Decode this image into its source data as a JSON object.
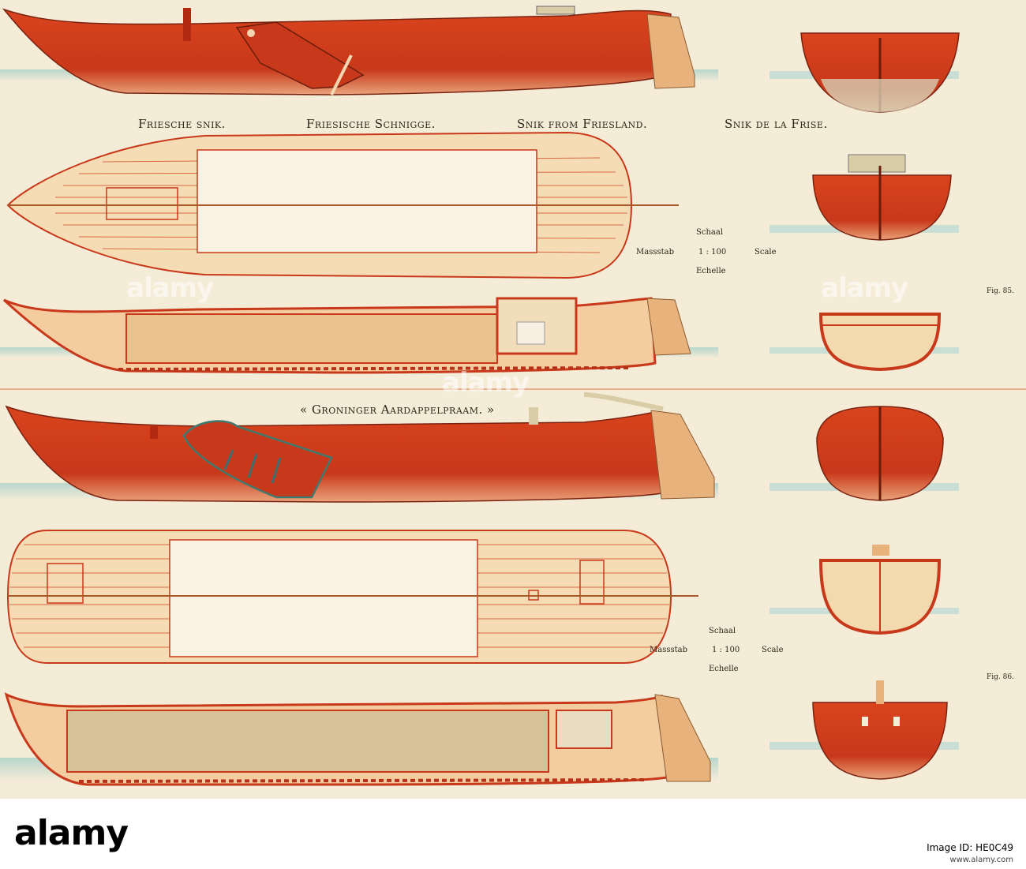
{
  "captions": {
    "friesche_nl": "Friesche snik.",
    "friesische_de": "Friesische Schnigge.",
    "friesland_en": "Snik from Friesland.",
    "frise_fr": "Snik de la Frise.",
    "groninger": "« Groninger Aardappelpraam. »"
  },
  "scale_top": {
    "schaal": "Schaal",
    "massstab": "Massstab",
    "ratio": "1 : 100",
    "scale": "Scale",
    "echelle": "Echelle"
  },
  "scale_bottom": {
    "schaal": "Schaal",
    "massstab": "Massstab",
    "ratio": "1 : 100",
    "scale": "Scale",
    "echelle": "Echelle"
  },
  "figures": {
    "fig85": "Fig. 85.",
    "fig86": "Fig. 86."
  },
  "watermark": {
    "text": "alamy"
  },
  "footer": {
    "logo": "alamy",
    "image_id": "Image ID: HE0C49",
    "url": "www.alamy.com"
  },
  "colors": {
    "hull_red": "#cf3c19",
    "hull_red_dark": "#a82a10",
    "deck_cream": "#f6dcb4",
    "water": "#c9dfd6",
    "section_tan": "#e8c79c",
    "paper": "#f5ecd8"
  }
}
